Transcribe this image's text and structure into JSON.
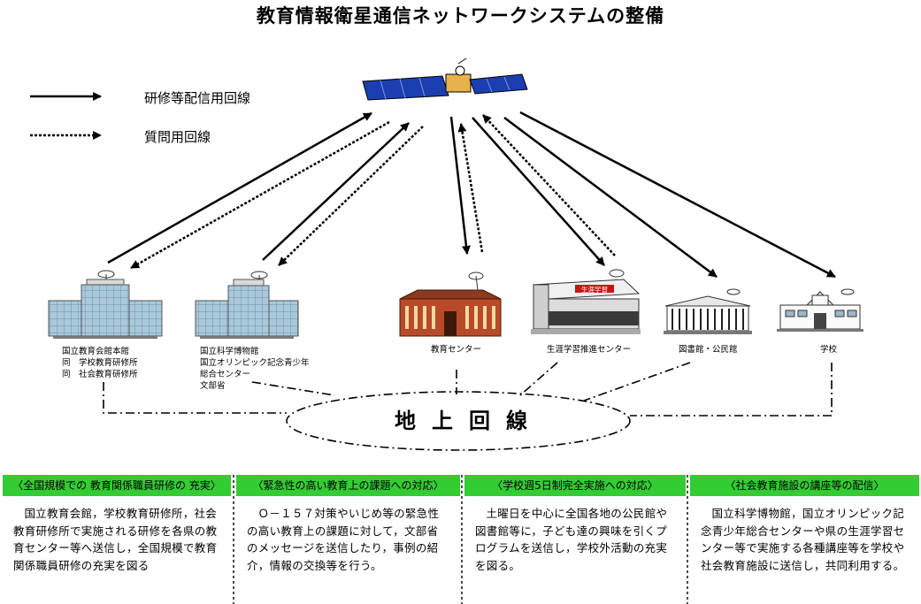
{
  "title": "教育情報衛星通信ネットワークシステムの整備",
  "legend": {
    "solid": "研修等配信用回線",
    "dotted": "質問用回線"
  },
  "sites": {
    "nier": [
      "国立教育会館本館",
      "同　学校教育研修所",
      "同　社会教育研修所"
    ],
    "museum": [
      "国立科学博物館",
      "国立オリンピック記念青少年",
      "総合センター",
      "文部省"
    ],
    "edu_center": [
      "教育センター"
    ],
    "lifelong": [
      "生涯学習推進センター"
    ],
    "library": [
      "図書館・公民館"
    ],
    "school": [
      "学校"
    ]
  },
  "ground_line": "地上回線",
  "building_sign": "生涯学習",
  "panels": [
    {
      "header": "〈全国規模での 教育関係職員研修の 充実〉",
      "body": "国立教育会館，学校教育研修所，社会教育研修所で実施される研修を各県の教育センター等へ送信し，全国規模で教育関係職員研修の充実を図る"
    },
    {
      "header": "〈緊急性の高い教育上の課題への対応〉",
      "body": "Ｏ－１５７対策やいじめ等の緊急性の高い教育上の課題に対して，文部省のメッセージを送信したり，事例の紹介，情報の交換等を行う。"
    },
    {
      "header": "〈学校週5日制完全実施への対応〉",
      "body": "土曜日を中心に全国各地の公民館や図書館等に，子ども達の興味を引くプログラムを送信し，学校外活動の充実を図る。"
    },
    {
      "header": "〈社会教育施設の講座等の配信〉",
      "body": "国立科学博物館，国立オリンピック記念青少年総合センターや県の生涯学習センター等で実施する各種講座等を学校や社会教育施設に送信し，共同利用する。"
    }
  ]
}
